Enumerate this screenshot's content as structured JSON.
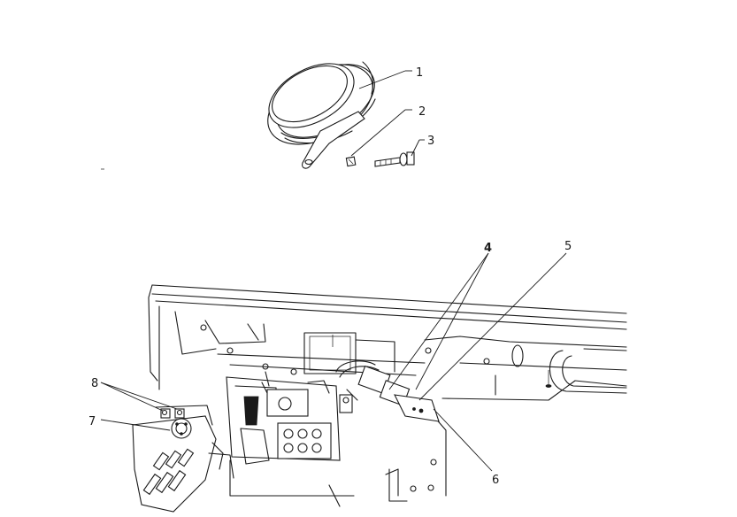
{
  "callouts": [
    {
      "id": "c1",
      "label": "1"
    },
    {
      "id": "c2",
      "label": "2"
    },
    {
      "id": "c3",
      "label": "3"
    },
    {
      "id": "c4",
      "label": "4"
    },
    {
      "id": "c5",
      "label": "5"
    },
    {
      "id": "c6",
      "label": "6"
    },
    {
      "id": "c7",
      "label": "7"
    },
    {
      "id": "c8",
      "label": "8"
    }
  ]
}
